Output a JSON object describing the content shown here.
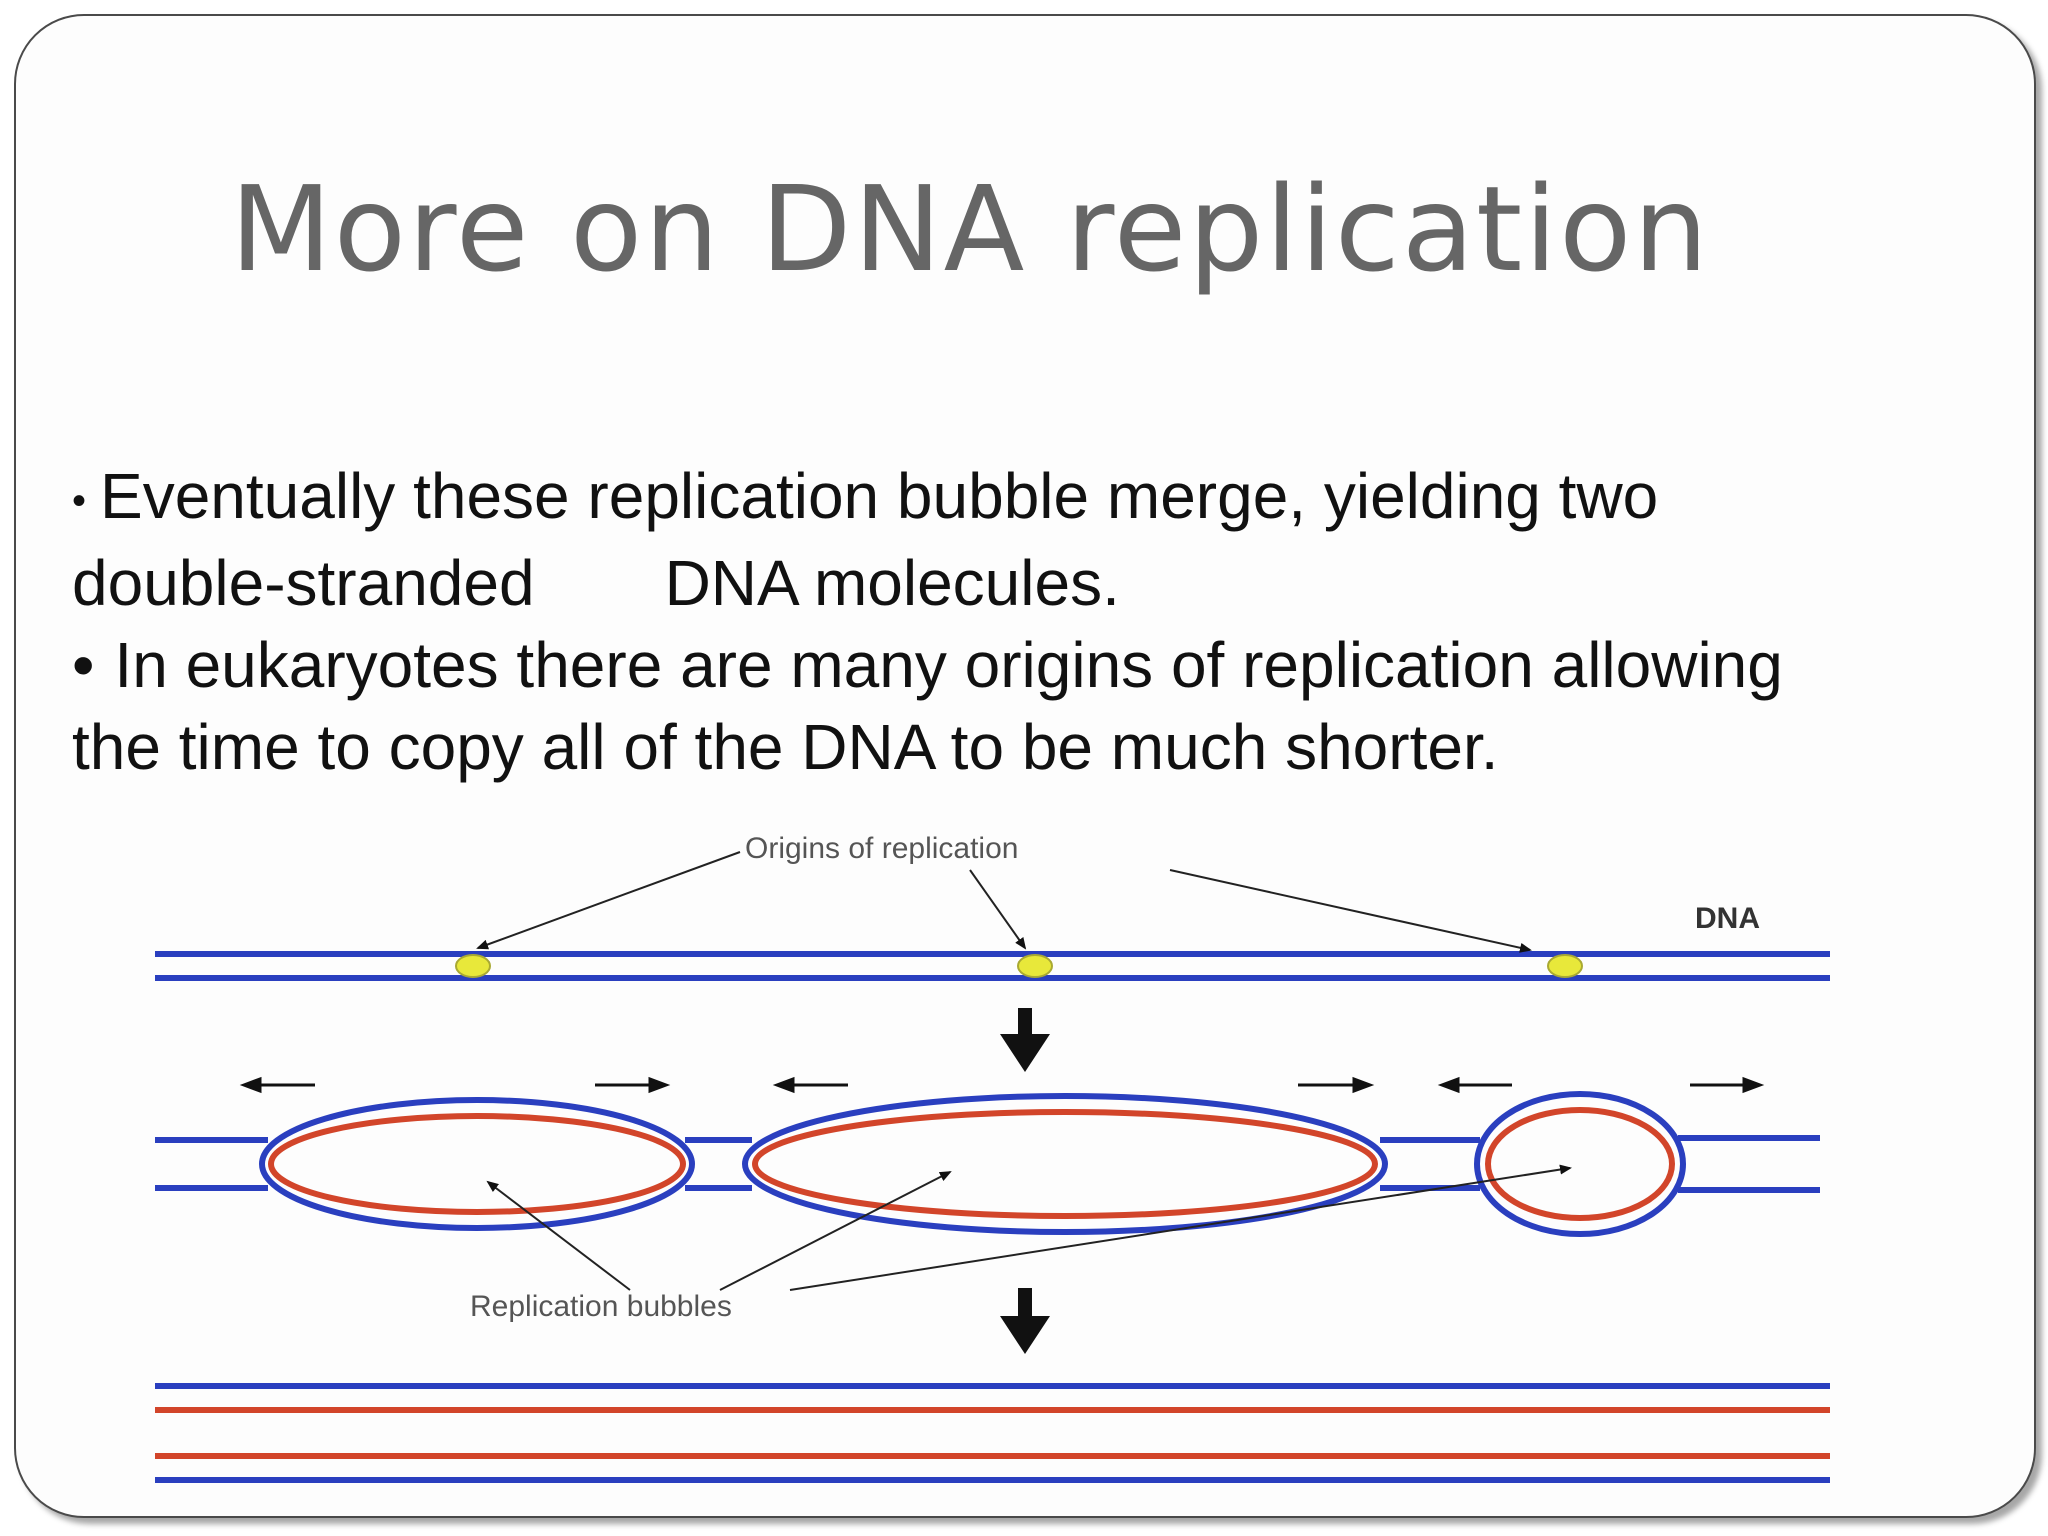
{
  "slide": {
    "title": "More on DNA replication",
    "bullets": [
      {
        "marker": "•",
        "line1": "Eventually these replication bubble merge, yielding two",
        "line2_a": "double-stranded",
        "line2_b": "DNA molecules."
      },
      {
        "marker": "•",
        "line1": "In eukaryotes there are many origins of replication allowing",
        "line2": "the time to copy all of the DNA to be much shorter."
      }
    ]
  },
  "diagram": {
    "label_origins": "Origins of replication",
    "label_dna": "DNA",
    "label_bubbles": "Replication bubbles",
    "colors": {
      "parental_strand": "#2a3fbf",
      "new_strand": "#d2452a",
      "origin_dot": "#e8e83a",
      "arrow": "#111111"
    }
  }
}
